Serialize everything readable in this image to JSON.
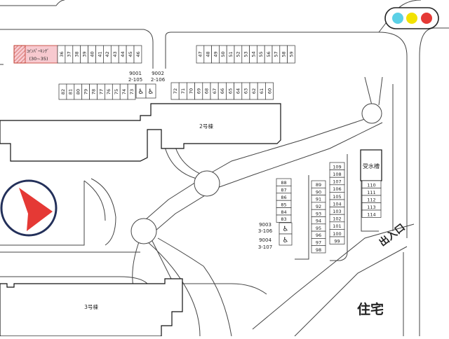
{
  "map": {
    "building_2": "2号棟",
    "building_3": "3号棟",
    "water_tank": "受水槽",
    "entrance": "出入口",
    "residential": "住宅",
    "coin_parking": {
      "line1": "ｺｲﾝﾊﾟｰｷﾝｸﾞ",
      "line2": "(30~35)"
    },
    "accessible_labels": [
      {
        "id": "9001",
        "unit": "2-105"
      },
      {
        "id": "9002",
        "unit": "2-106"
      },
      {
        "id": "9003",
        "unit": "3-106"
      },
      {
        "id": "9004",
        "unit": "3-107"
      }
    ],
    "stalls": {
      "top_left": [
        "36",
        "37",
        "38",
        "39",
        "40",
        "41",
        "42",
        "43",
        "44",
        "45",
        "46"
      ],
      "top_right": [
        "47",
        "48",
        "49",
        "50",
        "51",
        "52",
        "53",
        "54",
        "55",
        "56",
        "57",
        "58",
        "59"
      ],
      "row2_left": [
        "82",
        "81",
        "80",
        "79",
        "78",
        "77",
        "76",
        "75",
        "74",
        "73"
      ],
      "row2_right": [
        "72",
        "71",
        "70",
        "69",
        "68",
        "67",
        "66",
        "65",
        "64",
        "63",
        "62",
        "61",
        "60"
      ],
      "col_a": [
        "88",
        "87",
        "86",
        "85",
        "84",
        "83"
      ],
      "col_b": [
        "89",
        "90",
        "91",
        "92",
        "93",
        "94",
        "95",
        "96",
        "97",
        "98"
      ],
      "col_c": [
        "109",
        "108",
        "107",
        "106",
        "105",
        "104",
        "103",
        "102",
        "101",
        "100",
        "99"
      ],
      "col_d": [
        "110",
        "111",
        "112",
        "113",
        "114"
      ]
    }
  },
  "ui": {
    "window_dots": [
      "#5bd0e6",
      "#f2e200",
      "#e53935"
    ],
    "play_button_color": "#e53935",
    "play_ring_color": "#23305a"
  }
}
